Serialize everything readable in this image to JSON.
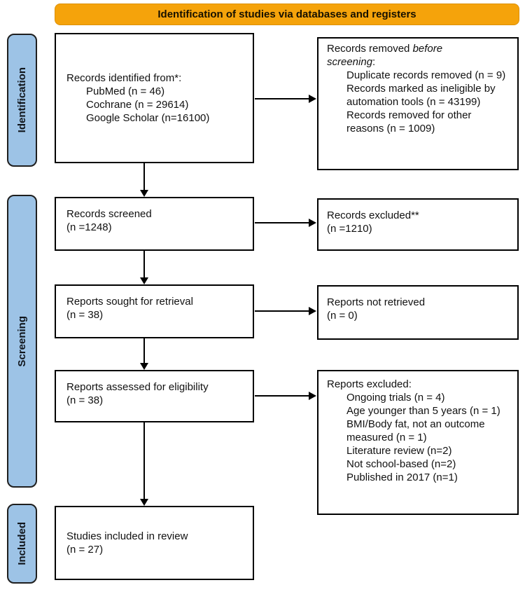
{
  "colors": {
    "header_bg": "#F5A30B",
    "header_border": "#DD9108",
    "stage_bg": "#9DC3E6",
    "stage_border": "#1F1F1F",
    "box_border": "#000000",
    "arrow": "#000000"
  },
  "header": {
    "title": "Identification of studies via databases and registers"
  },
  "stages": [
    {
      "label": "Identification"
    },
    {
      "label": "Screening"
    },
    {
      "label": "Included"
    }
  ],
  "flow": {
    "identified": {
      "title": "Records identified from*:",
      "items": [
        "PubMed (n = 46)",
        "Cochrane (n = 29614)",
        "Google Scholar (n=16100)"
      ]
    },
    "removed": {
      "title_prefix": "Records removed ",
      "title_italic": "before screening",
      "title_suffix": ":",
      "items": [
        "Duplicate records removed (n = 9)",
        "Records marked as ineligible by automation tools (n = 43199)",
        "Records removed for other reasons (n = 1009)"
      ]
    },
    "screened": {
      "line1": "Records screened",
      "line2": "(n =1248)"
    },
    "records_excluded": {
      "line1": "Records excluded**",
      "line2": "(n =1210)"
    },
    "sought": {
      "line1": "Reports sought for retrieval",
      "line2": "(n = 38)"
    },
    "not_retrieved": {
      "line1": "Reports not retrieved",
      "line2": "(n = 0)"
    },
    "assessed": {
      "line1": "Reports assessed for eligibility",
      "line2": "(n = 38)"
    },
    "reports_excluded": {
      "title": "Reports excluded:",
      "items": [
        "Ongoing trials (n = 4)",
        "Age younger than 5 years (n = 1)",
        "BMI/Body fat, not an outcome measured (n = 1)",
        "Literature review (n=2)",
        "Not school-based (n=2)",
        "Published in 2017 (n=1)"
      ]
    },
    "included": {
      "line1": "Studies included in review",
      "line2": "(n = 27)"
    }
  }
}
